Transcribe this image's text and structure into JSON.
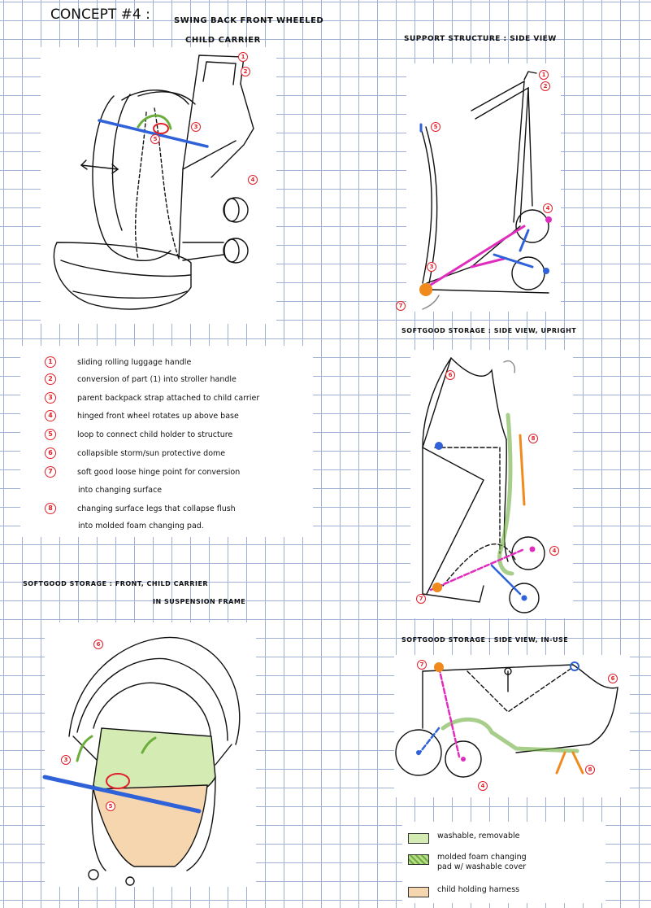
{
  "title": {
    "main": "CONCEPT #4 :",
    "sub_line1": "SWING BACK FRONT WHEELED",
    "sub_line2": "CHILD CARRIER"
  },
  "section_labels": {
    "support_structure": "SUPPORT STRUCTURE : SIDE VIEW",
    "upright": "SOFTGOOD STORAGE : SIDE VIEW, UPRIGHT",
    "front": "SOFTGOOD STORAGE : FRONT, CHILD CARRIER",
    "front_line2": "IN SUSPENSION FRAME",
    "inuse": "SOFTGOOD STORAGE : SIDE VIEW, IN-USE"
  },
  "legend": [
    {
      "num": "1",
      "text": "sliding rolling luggage handle"
    },
    {
      "num": "2",
      "text": "conversion of part (1) into stroller handle"
    },
    {
      "num": "3",
      "text": "parent backpack strap attached to child carrier"
    },
    {
      "num": "4",
      "text": "hinged front wheel rotates up above base"
    },
    {
      "num": "5",
      "text": "loop to connect child holder to structure"
    },
    {
      "num": "6",
      "text": "collapsible storm/sun protective dome"
    },
    {
      "num": "7",
      "text": "soft good loose hinge point for conversion"
    },
    {
      "num": "8",
      "text": "changing surface legs that collapse flush"
    }
  ],
  "legend_continuations": {
    "7": "into changing surface",
    "8": "into molded foam changing pad."
  },
  "key": [
    {
      "text": "washable, removable",
      "color": "#d4ecb4"
    },
    {
      "text": "molded foam changing",
      "text2": "pad w/ washable cover",
      "color": "#b9dc8c"
    },
    {
      "text": "child holding harness",
      "color": "#f6d6ae"
    }
  ],
  "colors": {
    "grid": "#9fb0d4",
    "red_badge": "#e0212b",
    "blue": "#2f62d8",
    "magenta": "#e02dbd",
    "orange": "#f08a1c",
    "green": "#d4ecb4",
    "tan": "#f6d6ae"
  },
  "callouts": {
    "n1": "1",
    "n2": "2",
    "n3": "3",
    "n4": "4",
    "n5": "5",
    "n6": "6",
    "n7": "7",
    "n8": "8"
  }
}
